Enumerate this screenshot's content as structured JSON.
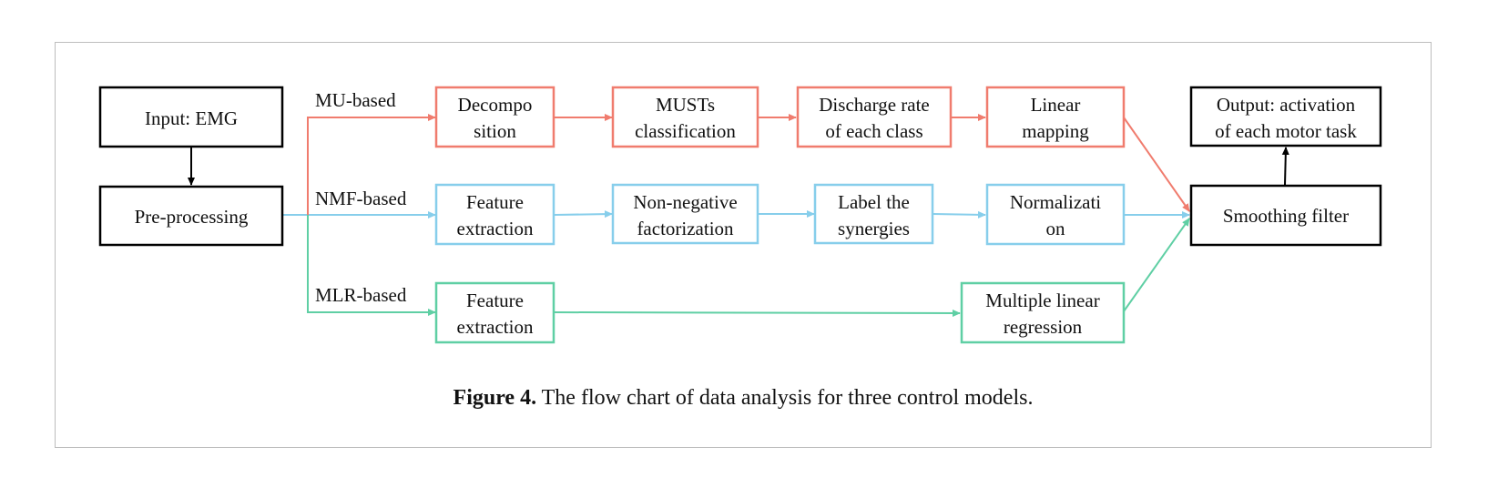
{
  "colors": {
    "mu": "#f07c6e",
    "nmf": "#87ceeb",
    "mlr": "#5fcfa4",
    "black": "#000000",
    "frame": "#bdbdbd"
  },
  "nodes": {
    "input": [
      "Input: EMG"
    ],
    "preprocessing": [
      "Pre-processing"
    ],
    "output": [
      "Output: activation",
      "of each motor task"
    ],
    "smoothing": [
      "Smoothing filter"
    ],
    "mu_decomposition": [
      "Decompo",
      "sition"
    ],
    "mu_musts": [
      "MUSTs",
      "classification"
    ],
    "mu_discharge": [
      "Discharge rate",
      "of each class"
    ],
    "mu_linear": [
      "Linear",
      "mapping"
    ],
    "nmf_feature": [
      "Feature",
      "extraction"
    ],
    "nmf_factorization": [
      "Non-negative",
      "factorization"
    ],
    "nmf_label": [
      "Label the",
      "synergies"
    ],
    "nmf_normalization": [
      "Normalizati",
      "on"
    ],
    "mlr_feature": [
      "Feature",
      "extraction"
    ],
    "mlr_regression": [
      "Multiple linear",
      "regression"
    ]
  },
  "branches": {
    "mu": "MU-based",
    "nmf": "NMF-based",
    "mlr": "MLR-based"
  },
  "caption": {
    "label": "Figure 4.",
    "text": " The flow chart of data analysis for three control models."
  }
}
